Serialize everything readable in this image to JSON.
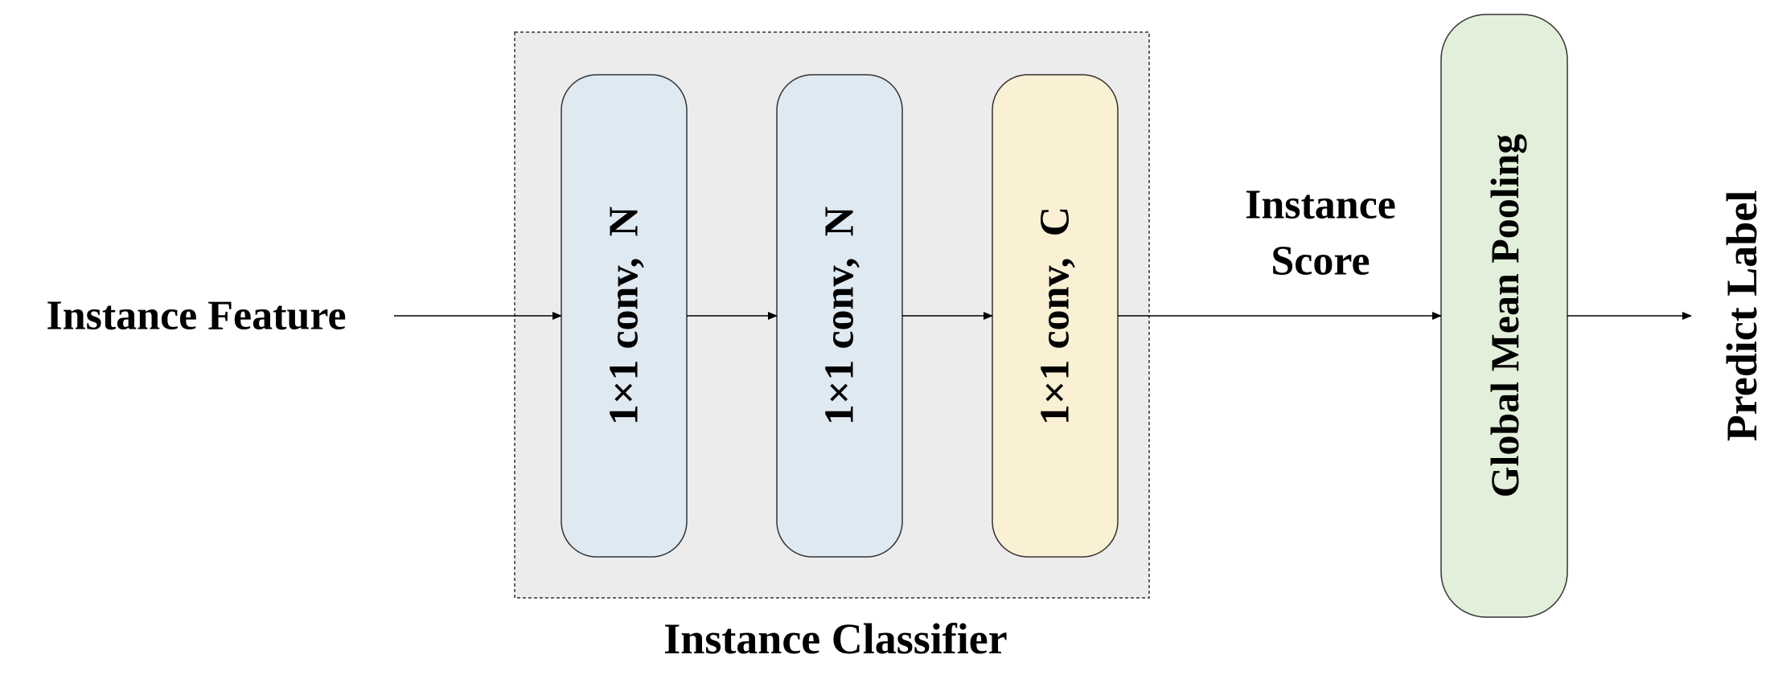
{
  "diagram": {
    "input_label": "Instance Feature",
    "classifier_label": "Instance Classifier",
    "score_label_line1": "Instance",
    "score_label_line2": "Score",
    "output_label": "Predict Label",
    "blocks": [
      {
        "label": "1×1 conv,  N",
        "color": "#dfe9f2"
      },
      {
        "label": "1×1 conv,  N",
        "color": "#dfe9f2"
      },
      {
        "label": "1×1 conv,  C",
        "color": "#faf1d4"
      }
    ],
    "pooling": {
      "label": "Global Mean Pooling",
      "color": "#e2efda"
    },
    "classifier_background": "#ececec"
  }
}
